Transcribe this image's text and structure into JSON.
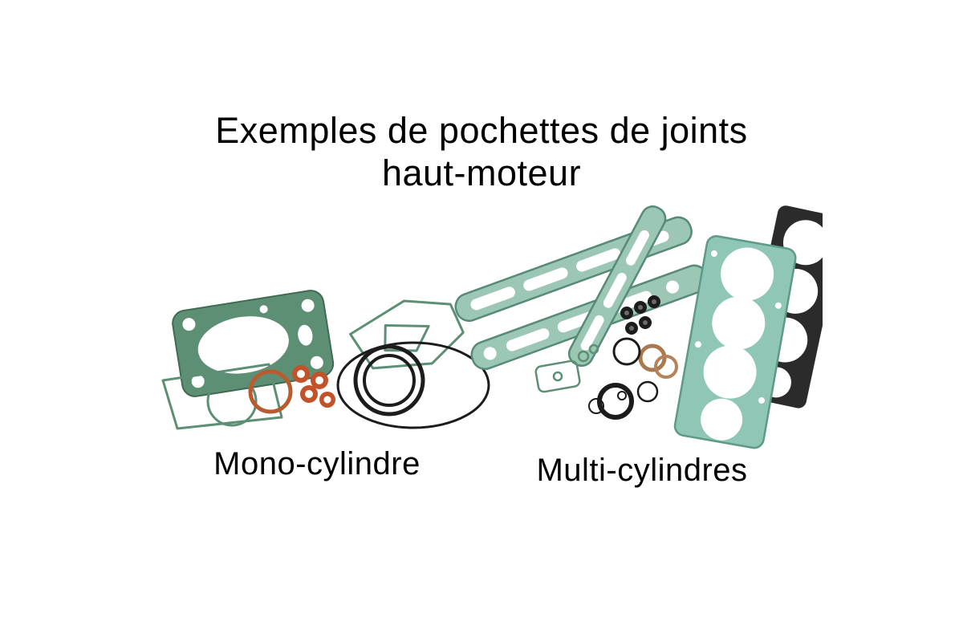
{
  "title": {
    "line1": "Exemples de pochettes de joints",
    "line2": "haut-moteur"
  },
  "figures": {
    "mono": {
      "label": "Mono-cylindre",
      "image": "mono-cylinder-top-end-gasket-kit-photo"
    },
    "multi": {
      "label": "Multi-cylindres",
      "image": "multi-cylinder-top-end-gasket-kit-photo"
    }
  },
  "colors": {
    "background": "#ffffff",
    "text": "#000000",
    "gasket_green": "#5d8f74",
    "gasket_teal": "#8fc6b6",
    "copper": "#c2522a",
    "orange_ring": "#b85c30",
    "rubber_black": "#1c1c1c"
  }
}
